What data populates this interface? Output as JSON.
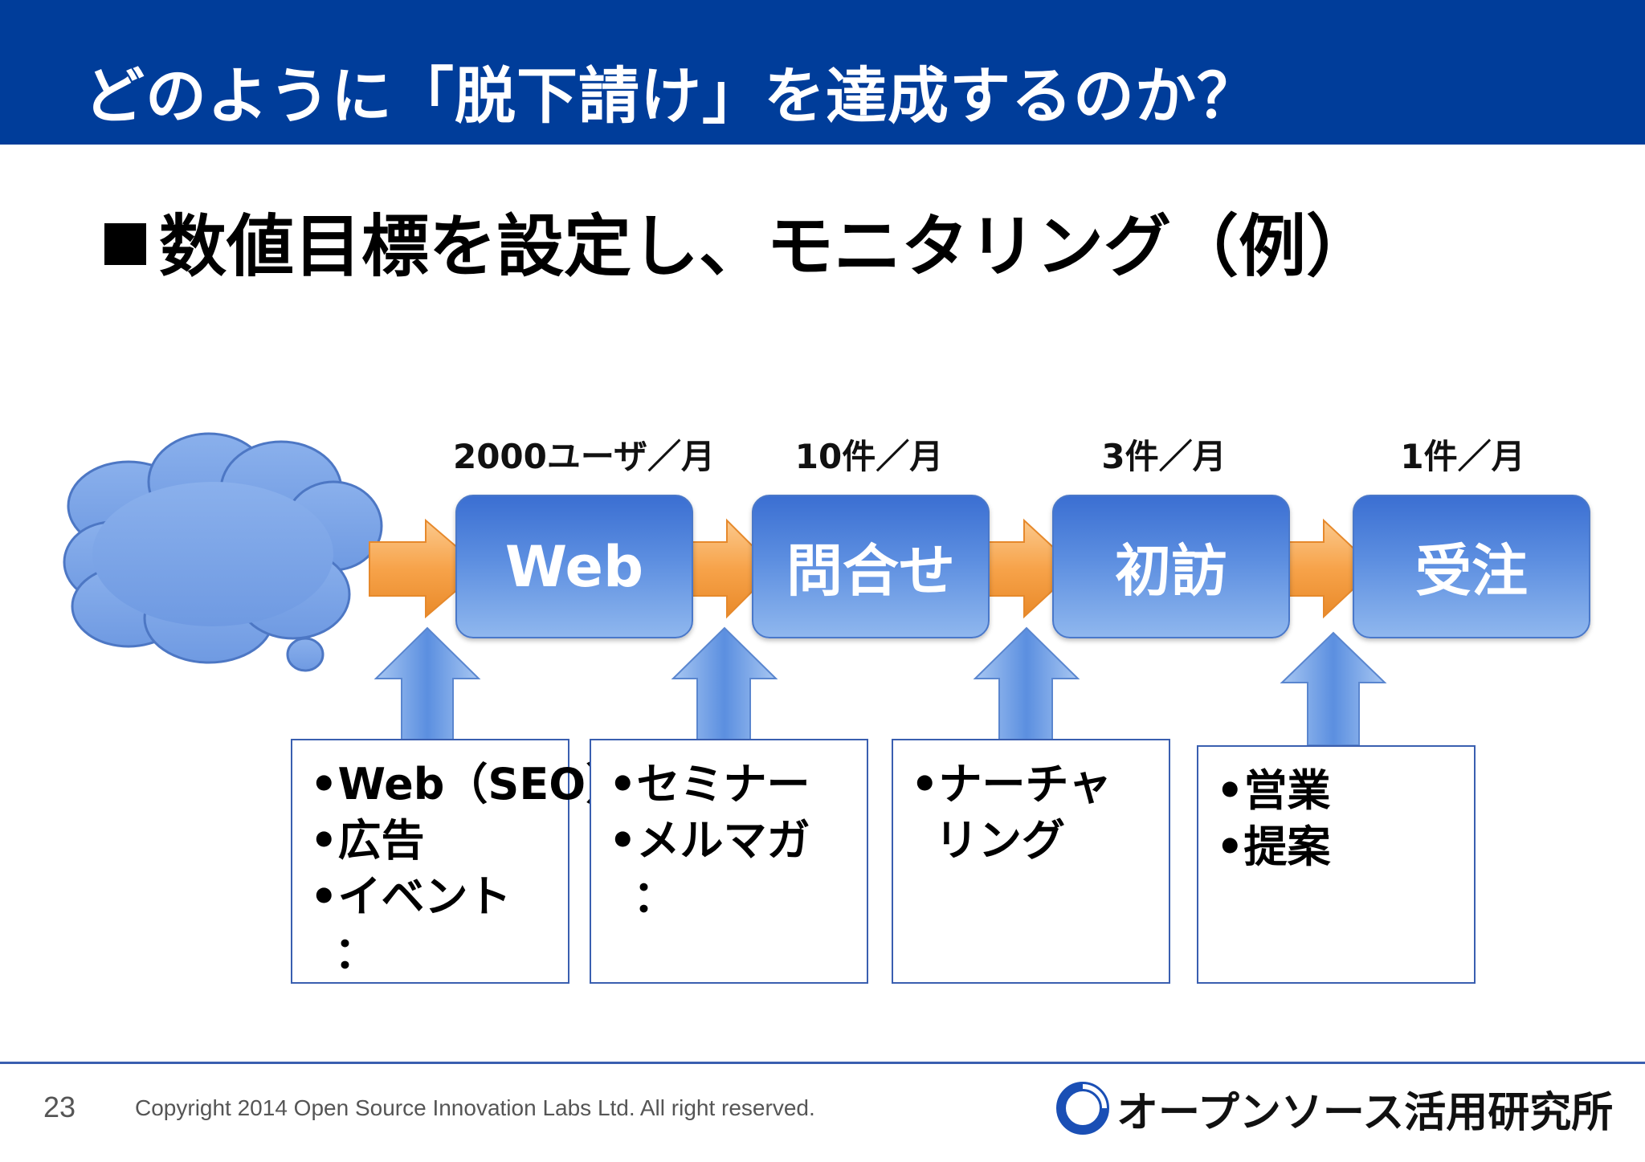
{
  "header": {
    "title": "どのように「脱下請け」を達成するのか？"
  },
  "section": {
    "heading": "数値目標を設定し、モニタリング（例）"
  },
  "funnel": {
    "stages": [
      {
        "label": "Web",
        "rate": "2000ユーザ／月"
      },
      {
        "label": "問合せ",
        "rate": "10件／月"
      },
      {
        "label": "初訪",
        "rate": "3件／月"
      },
      {
        "label": "受注",
        "rate": "1件／月"
      }
    ],
    "methods": [
      {
        "items": [
          "•Web（SEO）",
          "•広告",
          "•イベント",
          "："
        ]
      },
      {
        "items": [
          "•セミナー",
          "•メルマガ",
          "："
        ]
      },
      {
        "items": [
          "•ナーチャ",
          "リング"
        ]
      },
      {
        "items": [
          "•営業",
          "•提案"
        ]
      }
    ]
  },
  "footer": {
    "page_number": "23",
    "copyright": "Copyright 2014 Open Source Innovation Labs Ltd. All right reserved.",
    "logo_text": "オープンソース活用研究所"
  },
  "colors": {
    "title_bar": "#003d9a",
    "stage_box": "#5c8ee0",
    "orange_arrow": "#f7a34a",
    "blue_arrow": "#6f9ee6",
    "cloud": "#7fa7e8"
  }
}
